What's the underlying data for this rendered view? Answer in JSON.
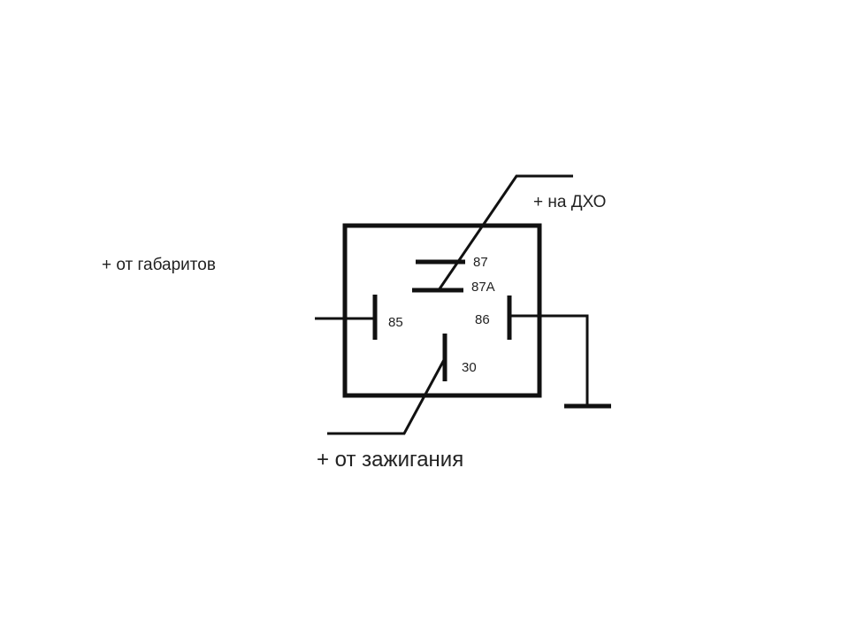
{
  "colors": {
    "wire": "#111111",
    "text": "#222222",
    "background": "#ffffff"
  },
  "pins": {
    "p87": "87",
    "p87a": "87A",
    "p85": "85",
    "p86": "86",
    "p30": "30"
  },
  "labels": {
    "drl": "+ на ДХО",
    "parking_lights": "+ от габаритов",
    "ignition": "+ от зажигания"
  }
}
